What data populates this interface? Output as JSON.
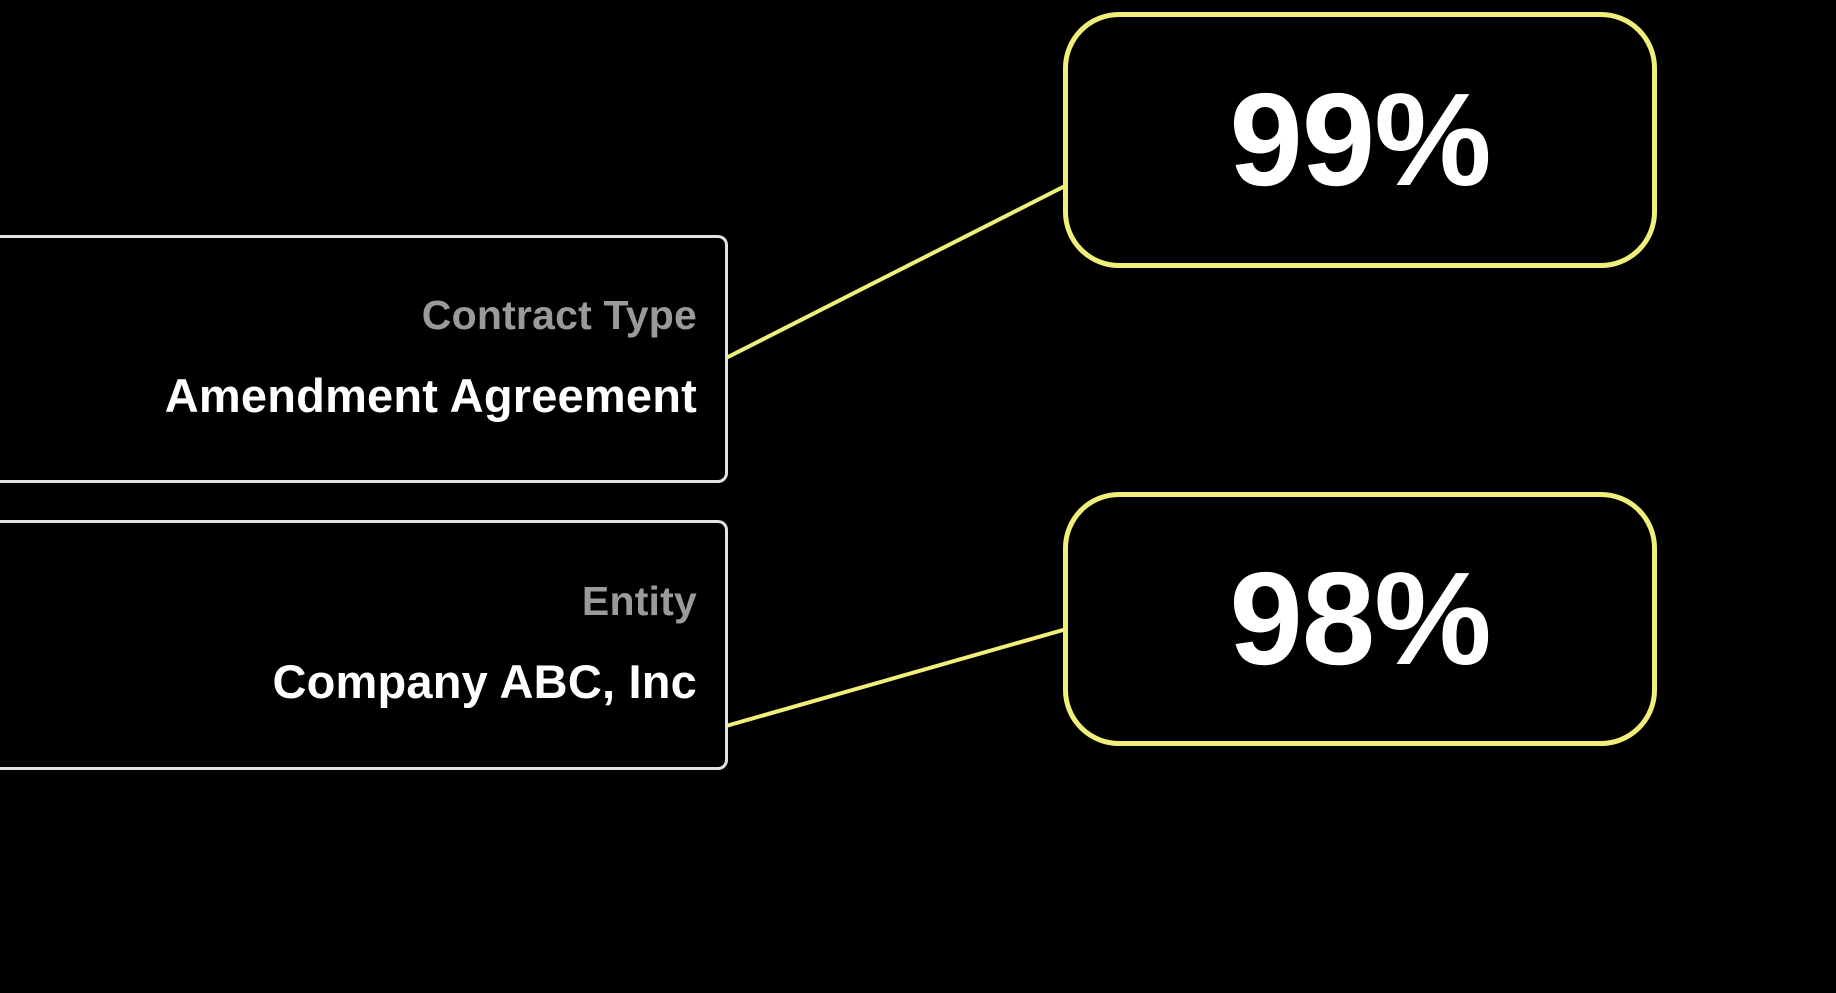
{
  "colors": {
    "background": "#000000",
    "card_border": "#e2e2e2",
    "label_text": "#9a9a9a",
    "value_text": "#ffffff",
    "badge_border": "#f2ee7a",
    "connector_line": "#f2ee7a",
    "badge_text": "#ffffff"
  },
  "fields": [
    {
      "id": "contract-type",
      "label": "Contract Type",
      "value": "Amendment Agreement",
      "confidence": "99%"
    },
    {
      "id": "entity",
      "label": "Entity",
      "value": "Company ABC, Inc",
      "confidence": "98%"
    }
  ]
}
